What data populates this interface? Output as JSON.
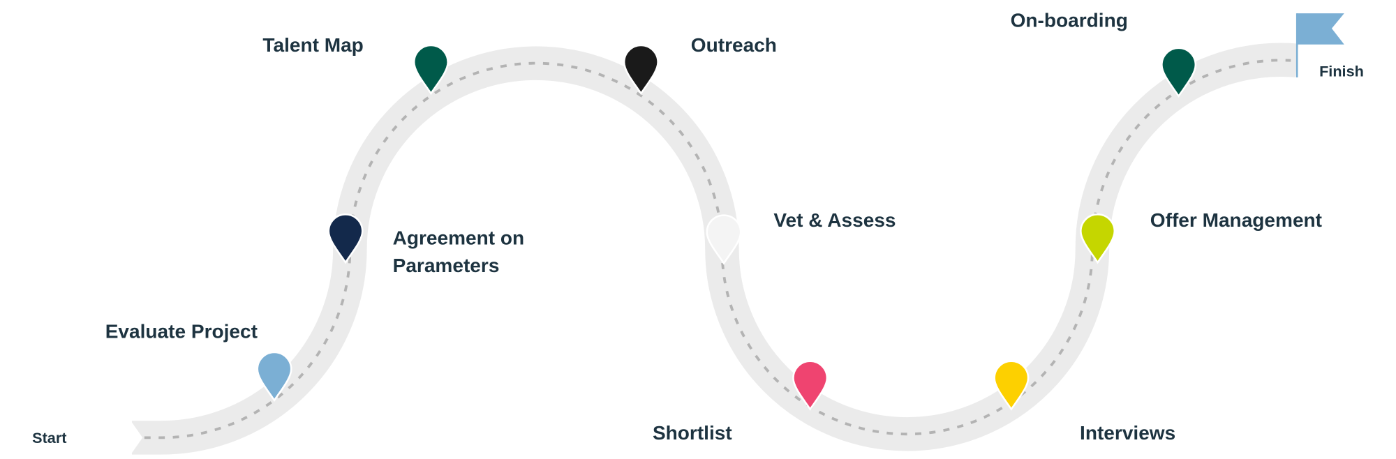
{
  "start_label": "Start",
  "finish_label": "Finish",
  "steps": [
    {
      "label": "Evaluate Project",
      "color": "#7bafd4"
    },
    {
      "label": "Agreement on",
      "label2": "Parameters",
      "color": "#13294b"
    },
    {
      "label": "Talent Map",
      "color": "#005a4a"
    },
    {
      "label": "Outreach",
      "color": "#1a1a1a"
    },
    {
      "label": "Vet & Assess",
      "color": "#f4f4f4"
    },
    {
      "label": "Shortlist",
      "color": "#ef4470"
    },
    {
      "label": "Interviews",
      "color": "#fdd000"
    },
    {
      "label": "Offer Management",
      "color": "#c5d600"
    },
    {
      "label": "On-boarding",
      "color": "#005a4a"
    }
  ],
  "colors": {
    "road": "#ebebeb",
    "dash": "#b3b3b3",
    "flag": "#7bafd4",
    "text": "#1d3340"
  }
}
